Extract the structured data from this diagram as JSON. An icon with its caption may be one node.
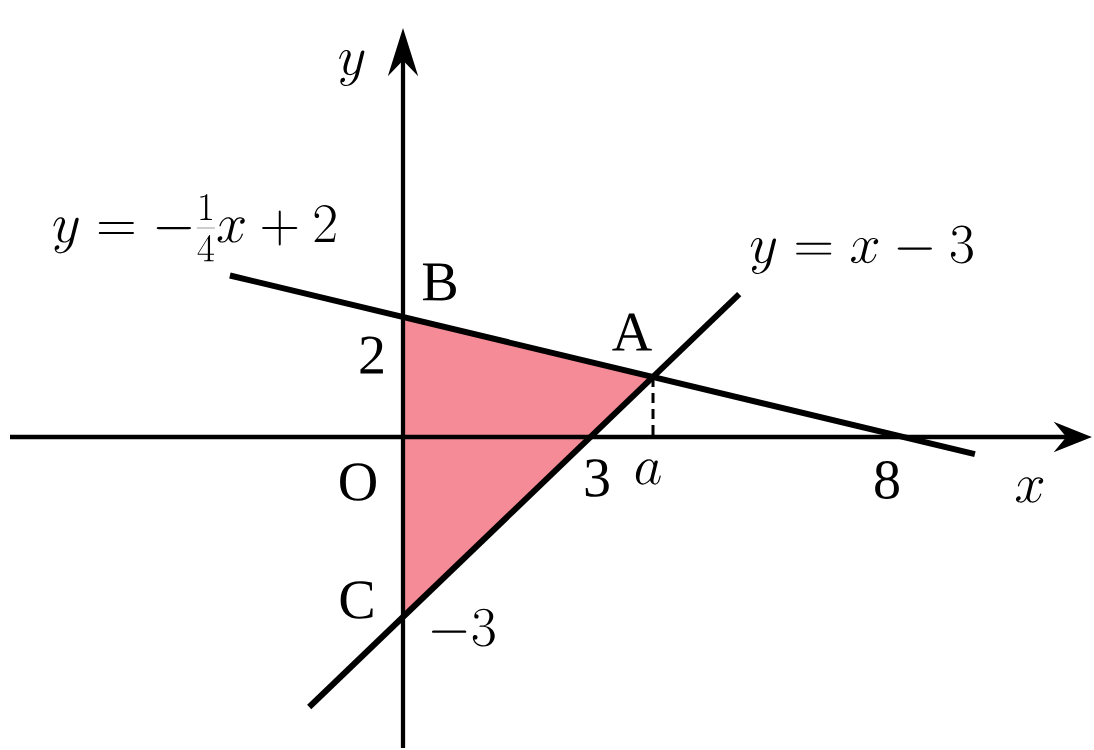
{
  "diagram": {
    "labels": [
      "y",
      "y=-\\frac{1}{4}x+2",
      "B",
      "y=x-3",
      "A",
      "2",
      "O",
      "3",
      "a",
      "8",
      "x",
      "C",
      "-3"
    ]
  }
}
